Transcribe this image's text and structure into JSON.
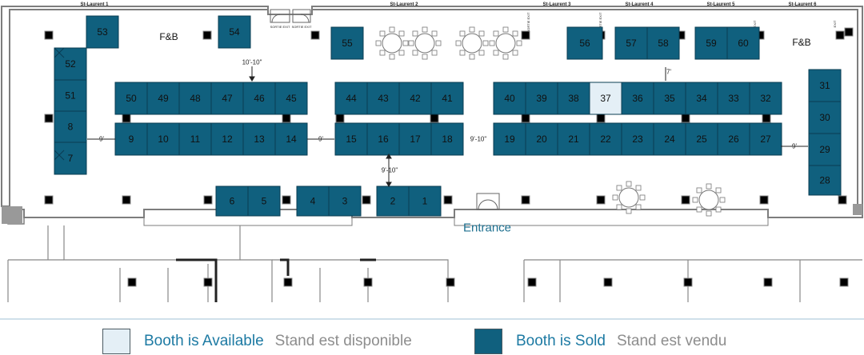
{
  "colors": {
    "sold": "#10607e",
    "available": "#e4eff6",
    "wall": "#7d7d7d",
    "column": "#000000",
    "legend_en": "#1d7aa3",
    "legend_fr": "#8d8d8d"
  },
  "rooms": [
    "St-Laurent 1",
    "St-Laurent 2",
    "St-Laurent 3",
    "St-Laurent 4",
    "St-Laurent 5",
    "St-Laurent 6"
  ],
  "fb_labels": [
    "F&B",
    "F&B"
  ],
  "entrance_label": "Entrance",
  "dimensions": [
    "10'-10\"",
    "9'",
    "9'",
    "9'-10\"",
    "9'-10\"",
    "9'",
    "7'"
  ],
  "exit_signs": [
    "SORTIE EXIT",
    "SORTIE EXIT",
    "SORTIE EXIT",
    "SORTIE EXIT",
    "EXIT",
    "EXIT"
  ],
  "booths": [
    {
      "id": "1",
      "status": "sold"
    },
    {
      "id": "2",
      "status": "sold"
    },
    {
      "id": "3",
      "status": "sold"
    },
    {
      "id": "4",
      "status": "sold"
    },
    {
      "id": "5",
      "status": "sold"
    },
    {
      "id": "6",
      "status": "sold"
    },
    {
      "id": "7",
      "status": "sold"
    },
    {
      "id": "8",
      "status": "sold"
    },
    {
      "id": "9",
      "status": "sold"
    },
    {
      "id": "10",
      "status": "sold"
    },
    {
      "id": "11",
      "status": "sold"
    },
    {
      "id": "12",
      "status": "sold"
    },
    {
      "id": "13",
      "status": "sold"
    },
    {
      "id": "14",
      "status": "sold"
    },
    {
      "id": "15",
      "status": "sold"
    },
    {
      "id": "16",
      "status": "sold"
    },
    {
      "id": "17",
      "status": "sold"
    },
    {
      "id": "18",
      "status": "sold"
    },
    {
      "id": "19",
      "status": "sold"
    },
    {
      "id": "20",
      "status": "sold"
    },
    {
      "id": "21",
      "status": "sold"
    },
    {
      "id": "22",
      "status": "sold"
    },
    {
      "id": "23",
      "status": "sold"
    },
    {
      "id": "24",
      "status": "sold"
    },
    {
      "id": "25",
      "status": "sold"
    },
    {
      "id": "26",
      "status": "sold"
    },
    {
      "id": "27",
      "status": "sold"
    },
    {
      "id": "28",
      "status": "sold"
    },
    {
      "id": "29",
      "status": "sold"
    },
    {
      "id": "30",
      "status": "sold"
    },
    {
      "id": "31",
      "status": "sold"
    },
    {
      "id": "32",
      "status": "sold"
    },
    {
      "id": "33",
      "status": "sold"
    },
    {
      "id": "34",
      "status": "sold"
    },
    {
      "id": "35",
      "status": "sold"
    },
    {
      "id": "36",
      "status": "sold"
    },
    {
      "id": "37",
      "status": "available"
    },
    {
      "id": "38",
      "status": "sold"
    },
    {
      "id": "39",
      "status": "sold"
    },
    {
      "id": "40",
      "status": "sold"
    },
    {
      "id": "41",
      "status": "sold"
    },
    {
      "id": "42",
      "status": "sold"
    },
    {
      "id": "43",
      "status": "sold"
    },
    {
      "id": "44",
      "status": "sold"
    },
    {
      "id": "45",
      "status": "sold"
    },
    {
      "id": "46",
      "status": "sold"
    },
    {
      "id": "47",
      "status": "sold"
    },
    {
      "id": "48",
      "status": "sold"
    },
    {
      "id": "49",
      "status": "sold"
    },
    {
      "id": "50",
      "status": "sold"
    },
    {
      "id": "51",
      "status": "sold"
    },
    {
      "id": "52",
      "status": "sold"
    },
    {
      "id": "53",
      "status": "sold"
    },
    {
      "id": "54",
      "status": "sold"
    },
    {
      "id": "55",
      "status": "sold"
    },
    {
      "id": "56",
      "status": "sold"
    },
    {
      "id": "57",
      "status": "sold"
    },
    {
      "id": "58",
      "status": "sold"
    },
    {
      "id": "59",
      "status": "sold"
    },
    {
      "id": "60",
      "status": "sold"
    }
  ],
  "legend": {
    "available": {
      "en": "Booth is Available",
      "fr": "Stand est disponible"
    },
    "sold": {
      "en": "Booth is Sold",
      "fr": "Stand est vendu"
    }
  }
}
